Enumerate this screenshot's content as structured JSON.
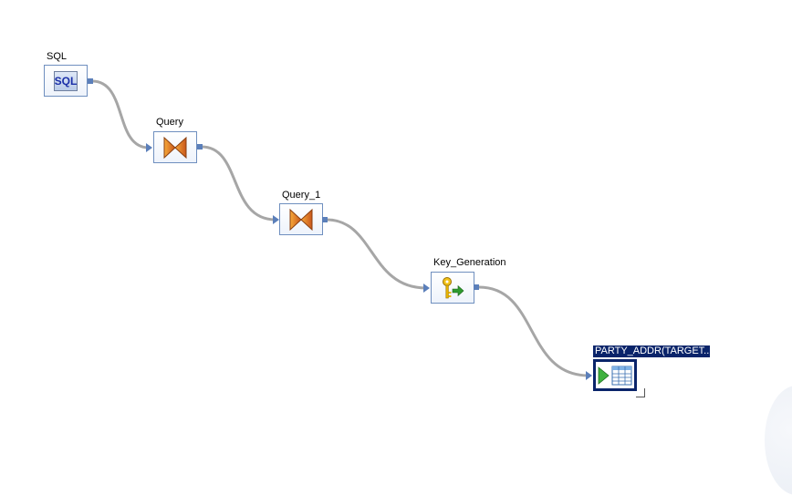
{
  "nodes": {
    "sql": {
      "label": "SQL",
      "icon": "sql-icon",
      "icon_text": "SQL"
    },
    "query": {
      "label": "Query",
      "icon": "query-transform-icon"
    },
    "query_1": {
      "label": "Query_1",
      "icon": "query-transform-icon"
    },
    "key_generation": {
      "label": "Key_Generation",
      "icon": "key-generation-icon"
    },
    "target": {
      "label": "PARTY_ADDR(TARGET...",
      "icon": "target-table-icon"
    }
  },
  "colors": {
    "connector": "#a6a6a6",
    "port": "#5b7fba",
    "node_border": "#6f8fbf",
    "selection": "#0a246a"
  }
}
